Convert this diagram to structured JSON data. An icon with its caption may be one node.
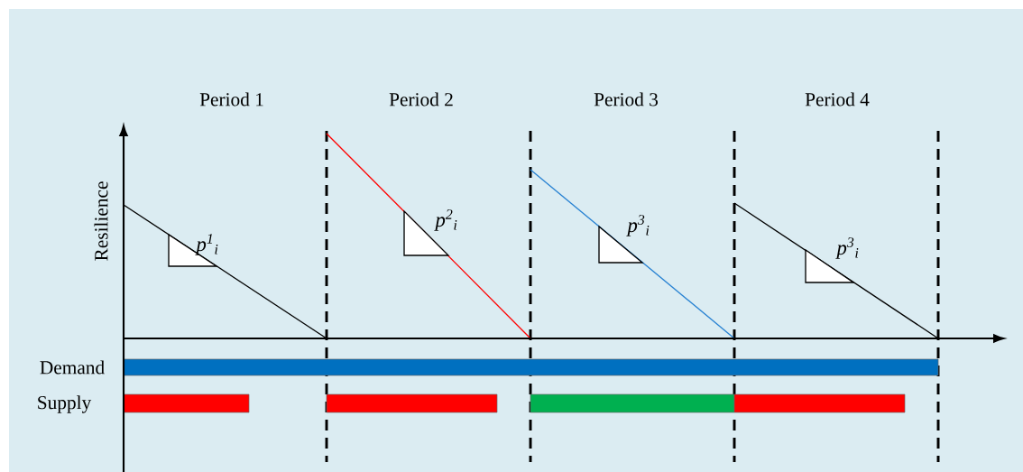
{
  "diagram": {
    "nodes": [
      {
        "text": [],
        "shape": "bar"
      },
      {
        "text": [],
        "shape": "bar"
      },
      {
        "text": [],
        "shape": "bar"
      },
      {
        "text": [],
        "shape": "bar"
      },
      {
        "text": [],
        "shape": "bar"
      }
    ],
    "labels": [
      "Period 1",
      "Period 2",
      "Period 3",
      "Period 4",
      "Resilience",
      "p$^{1}$$_{i}$",
      "p$^{2}$$_{i}$",
      "p$^{3}$$_{i}$",
      "p$^{3}$$_{i}$",
      "Demand",
      "Supply"
    ]
  }
}
